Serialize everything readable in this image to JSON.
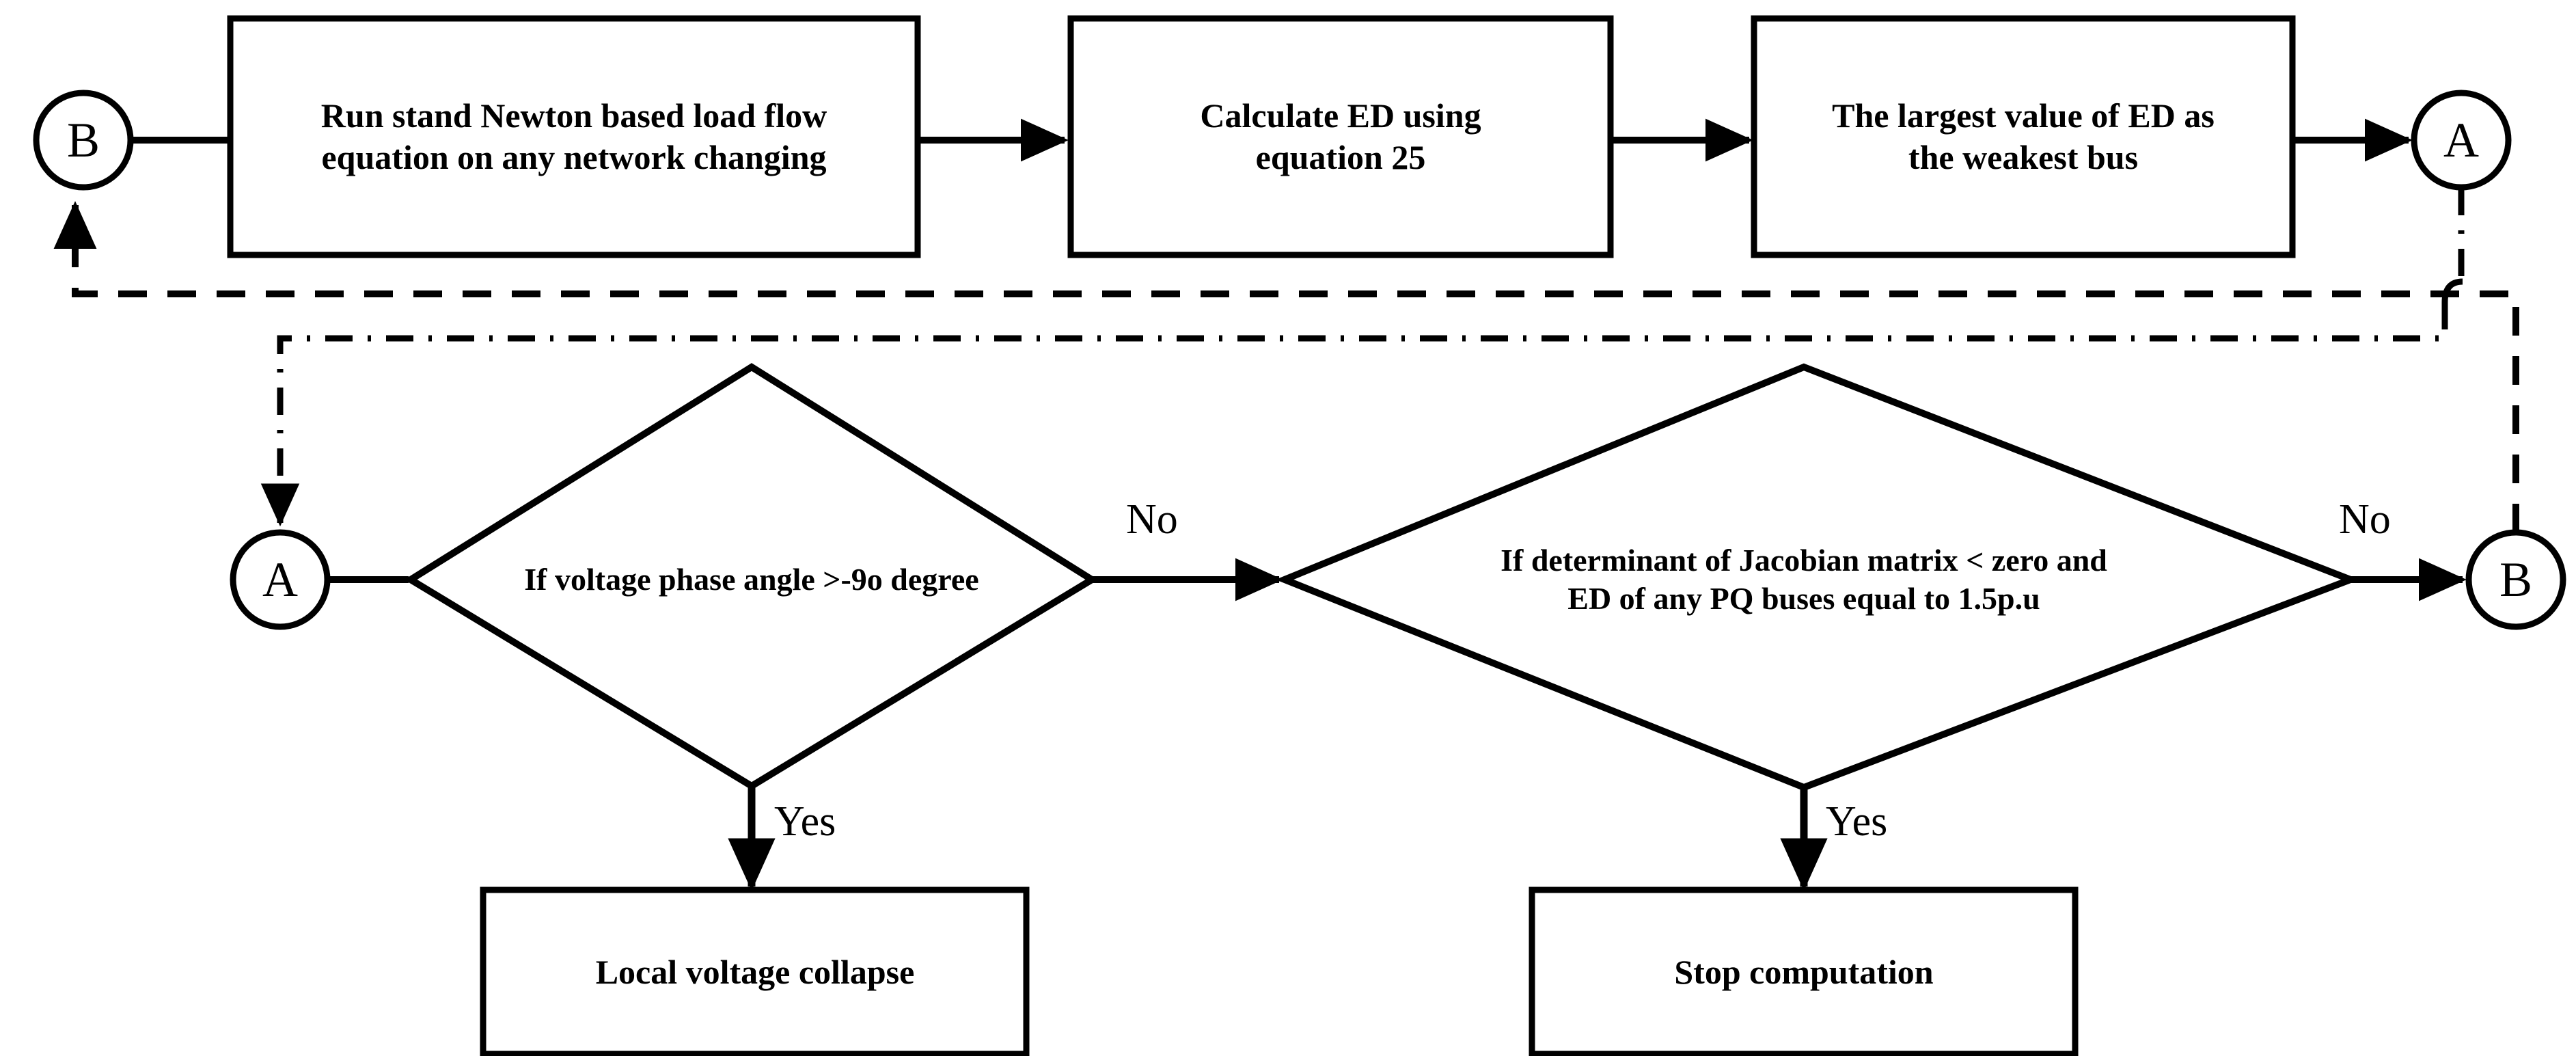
{
  "diagram": {
    "title": "Weakest bus / voltage collapse detection flowchart",
    "stroke_color": "#000000",
    "background_color": "#ffffff",
    "process_boxes": [
      {
        "id": "run-load-flow",
        "text": "Run stand Newton based load flow\nequation on any network changing"
      },
      {
        "id": "calculate-ed",
        "text": "Calculate ED using\nequation 25"
      },
      {
        "id": "largest-ed",
        "text": "The largest value of ED as\nthe weakest bus"
      },
      {
        "id": "local-voltage-collapse",
        "text": "Local voltage collapse"
      },
      {
        "id": "stop-computation",
        "text": "Stop computation"
      }
    ],
    "decisions": [
      {
        "id": "phase-angle",
        "text": "If voltage phase angle >-9o degree"
      },
      {
        "id": "jacobian-ed",
        "text": "If determinant of Jacobian matrix < zero and\nED of any PQ buses equal to 1.5p.u"
      }
    ],
    "connectors": [
      {
        "id": "connector-b-top-left",
        "label": "B"
      },
      {
        "id": "connector-a-top-right",
        "label": "A"
      },
      {
        "id": "connector-a-mid-left",
        "label": "A"
      },
      {
        "id": "connector-b-mid-right",
        "label": "B"
      }
    ],
    "edge_labels": [
      {
        "id": "no-phase-angle",
        "text": "No"
      },
      {
        "id": "yes-phase-angle",
        "text": "Yes"
      },
      {
        "id": "no-jacobian",
        "text": "No"
      },
      {
        "id": "yes-jacobian",
        "text": "Yes"
      }
    ]
  }
}
